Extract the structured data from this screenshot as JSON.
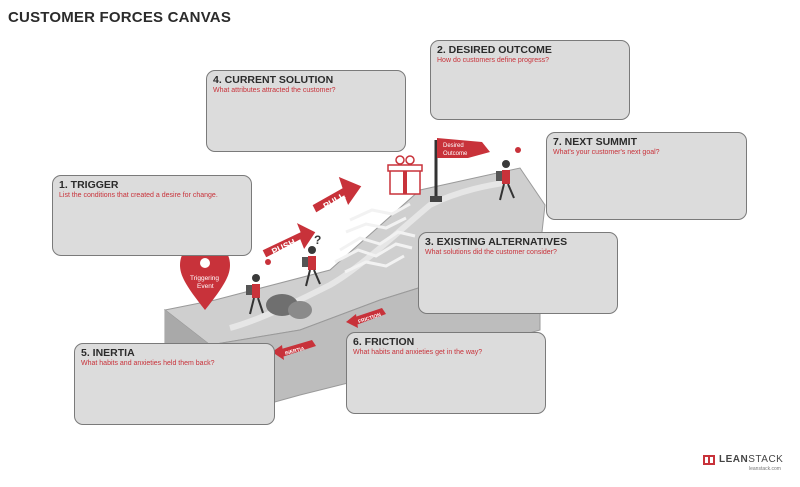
{
  "title": "CUSTOMER FORCES CANVAS",
  "colors": {
    "accent": "#c8323a",
    "box_fill": "#dcdcdc",
    "box_border": "#7a7a7a",
    "slope": "#c9c9c9"
  },
  "boxes": {
    "trigger": {
      "title": "1. TRIGGER",
      "subtitle": "List the conditions that created a desire for change."
    },
    "desired_outcome": {
      "title": "2. DESIRED OUTCOME",
      "subtitle": "How do customers define progress?"
    },
    "existing_alternatives": {
      "title": "3. EXISTING ALTERNATIVES",
      "subtitle": "What solutions did the customer consider?"
    },
    "current_solution": {
      "title": "4. CURRENT SOLUTION",
      "subtitle": "What attributes attracted the customer?"
    },
    "inertia": {
      "title": "5. INERTIA",
      "subtitle": "What habits and anxieties held them back?"
    },
    "friction": {
      "title": "6. FRICTION",
      "subtitle": "What habits and anxieties get in the way?"
    },
    "next_summit": {
      "title": "7. NEXT SUMMIT",
      "subtitle": "What's your customer's next goal?"
    }
  },
  "illustration": {
    "push_label": "PUSH",
    "pull_label": "PULL",
    "trigger_pin_line1": "Triggering",
    "trigger_pin_line2": "Event",
    "flag_line1": "Desired",
    "flag_line2": "Outcome",
    "inertia_tag": "INERTIA",
    "friction_tag": "FRICTION",
    "question_mark": "?"
  },
  "brand": {
    "name_bold": "LEAN",
    "name_light": "STACK",
    "url": "leanstack.com"
  }
}
